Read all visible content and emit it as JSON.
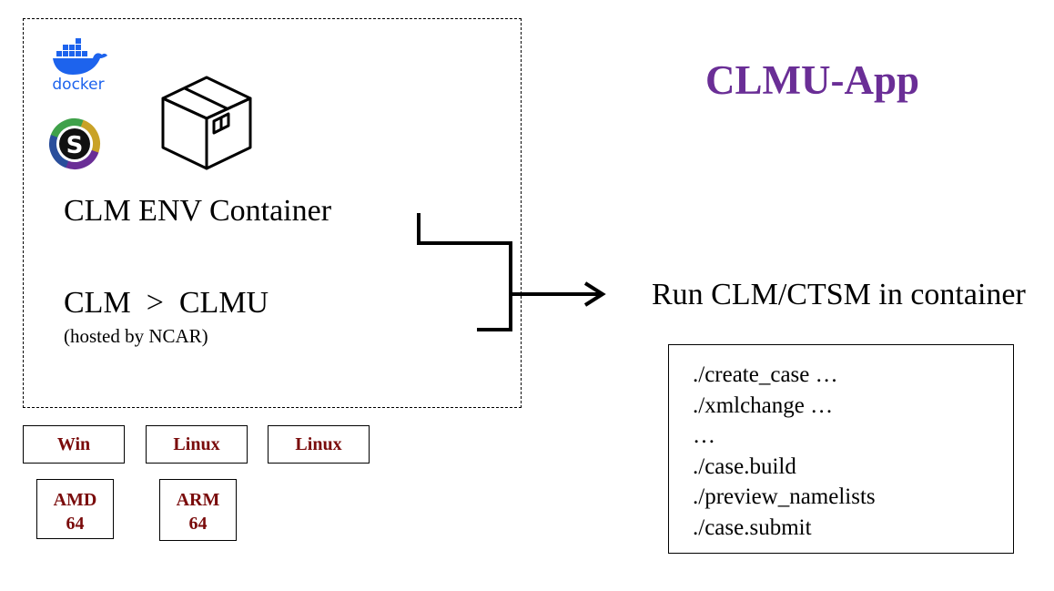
{
  "container": {
    "docker_logo_text": "docker",
    "singularity_logo_letter": "S",
    "title": "CLM ENV Container",
    "flow": {
      "from": "CLM",
      "arrow": ">",
      "to": "CLMU"
    },
    "hosted_note": "(hosted by NCAR)"
  },
  "app_title": "CLMU-App",
  "run_label": "Run CLM/CTSM in container",
  "commands": [
    "./create_case …",
    "./xmlchange …",
    "…",
    "./case.build",
    "./preview_namelists",
    "./case.submit"
  ],
  "platforms": [
    "Win",
    "Linux",
    "Linux"
  ],
  "architectures": [
    {
      "line1": "AMD",
      "line2": "64"
    },
    {
      "line1": "ARM",
      "line2": "64"
    }
  ],
  "colors": {
    "app_title": "#6a2e96",
    "platform_text": "#7a0b0b",
    "docker_blue": "#1d63ed"
  },
  "icons": [
    "docker-logo",
    "singularity-logo",
    "package-box-icon",
    "arrow-right-icon"
  ]
}
